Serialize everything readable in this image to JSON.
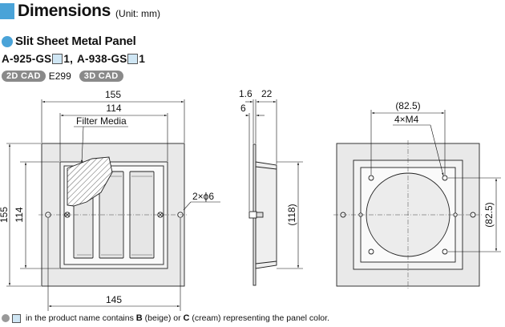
{
  "header": {
    "title": "Dimensions",
    "unit": "(Unit: mm)"
  },
  "subheader": {
    "title": "Slit Sheet Metal Panel"
  },
  "model": {
    "part1": "A-925-GS",
    "part2": "1",
    "sep": ",",
    "part3": "A-938-GS",
    "part4": "1"
  },
  "badges": {
    "cad2d": "2D CAD",
    "code": "E299",
    "cad3d": "3D CAD"
  },
  "front": {
    "width_outer": "155",
    "width_inner": "114",
    "filter_label": "Filter Media",
    "hole_label": "2×ϕ6",
    "height_outer": "155",
    "height_inner": "114",
    "bottom_dim": "145"
  },
  "side": {
    "dim_a": "1.6",
    "dim_b": "22",
    "dim_c": "6",
    "height": "(118)"
  },
  "rear": {
    "top_dim": "(82.5)",
    "holes_label": "4×M4",
    "right_dim": "(82.5)"
  },
  "note": {
    "pre": "in the product name contains",
    "b": "B",
    "b_desc": "(beige) or",
    "c": "C",
    "c_desc": "(cream) representing the panel color."
  },
  "colors": {
    "accent": "#4aa3d8",
    "panel": "#e8e8e8",
    "grille": "#f0f0f0",
    "stroke": "#222222"
  }
}
